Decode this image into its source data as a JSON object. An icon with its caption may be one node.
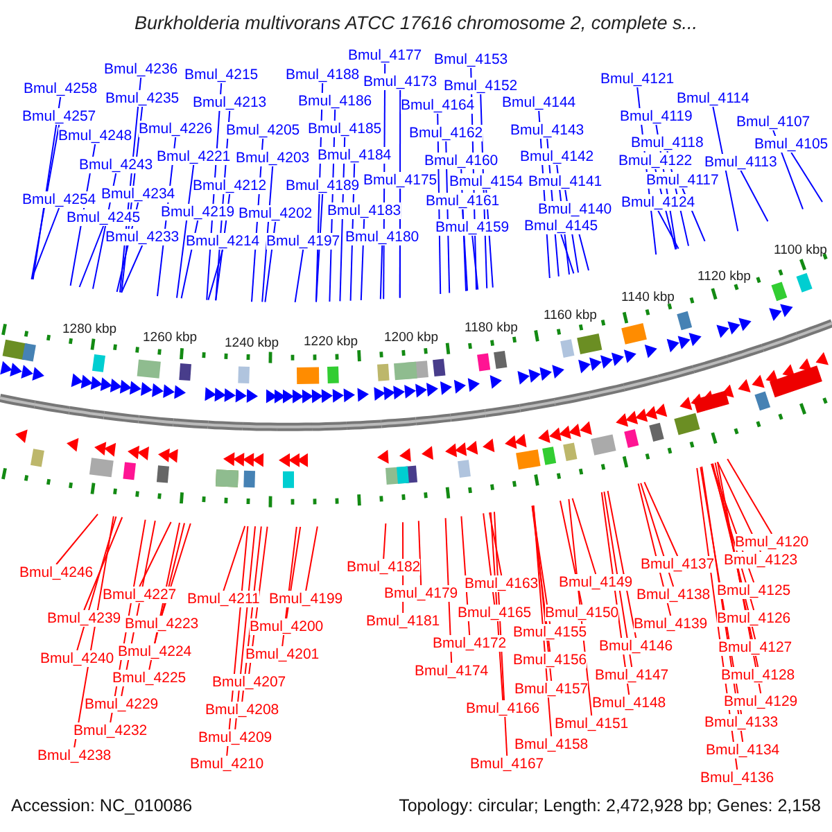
{
  "diagram": {
    "title": "Burkholderia multivorans ATCC 17616 chromosome 2, complete s...",
    "nodes": [
      {
        "text": [
          "Bmul_4258"
        ]
      },
      {
        "text": [
          "Bmul_4257"
        ]
      },
      {
        "text": [
          "Bmul_4248"
        ]
      },
      {
        "text": [
          "Bmul_4243"
        ]
      },
      {
        "text": [
          "Bmul_4254"
        ]
      },
      {
        "text": [
          "Bmul_4245"
        ]
      },
      {
        "text": [
          "Bmul_4236"
        ]
      },
      {
        "text": [
          "Bmul_4235"
        ]
      },
      {
        "text": [
          "Bmul_4226"
        ]
      },
      {
        "text": [
          "Bmul_4234"
        ]
      },
      {
        "text": [
          "Bmul_4233"
        ]
      },
      {
        "text": [
          "Bmul_4221"
        ]
      },
      {
        "text": [
          "Bmul_4219"
        ]
      },
      {
        "text": [
          "Bmul_4215"
        ]
      },
      {
        "text": [
          "Bmul_4213"
        ]
      },
      {
        "text": [
          "Bmul_4212"
        ]
      },
      {
        "text": [
          "Bmul_4214"
        ]
      },
      {
        "text": [
          "Bmul_4205"
        ]
      },
      {
        "text": [
          "Bmul_4203"
        ]
      },
      {
        "text": [
          "Bmul_4202"
        ]
      },
      {
        "text": [
          "Bmul_4197"
        ]
      },
      {
        "text": [
          "Bmul_4188"
        ]
      },
      {
        "text": [
          "Bmul_4186"
        ]
      },
      {
        "text": [
          "Bmul_4185"
        ]
      },
      {
        "text": [
          "Bmul_4184"
        ]
      },
      {
        "text": [
          "Bmul_4189"
        ]
      },
      {
        "text": [
          "Bmul_4183"
        ]
      },
      {
        "text": [
          "Bmul_4180"
        ]
      },
      {
        "text": [
          "Bmul_4177"
        ]
      },
      {
        "text": [
          "Bmul_4173"
        ]
      },
      {
        "text": [
          "Bmul_4164"
        ]
      },
      {
        "text": [
          "Bmul_4153"
        ]
      },
      {
        "text": [
          "Bmul_4152"
        ]
      },
      {
        "text": [
          "Bmul_4162"
        ]
      },
      {
        "text": [
          "Bmul_4175"
        ]
      },
      {
        "text": [
          "Bmul_4160"
        ]
      },
      {
        "text": [
          "Bmul_4154"
        ]
      },
      {
        "text": [
          "Bmul_4161"
        ]
      },
      {
        "text": [
          "Bmul_4159"
        ]
      },
      {
        "text": [
          "Bmul_4144"
        ]
      },
      {
        "text": [
          "Bmul_4143"
        ]
      },
      {
        "text": [
          "Bmul_4142"
        ]
      },
      {
        "text": [
          "Bmul_4141"
        ]
      },
      {
        "text": [
          "Bmul_4140"
        ]
      },
      {
        "text": [
          "Bmul_4145"
        ]
      },
      {
        "text": [
          "Bmul_4121"
        ]
      },
      {
        "text": [
          "Bmul_4119"
        ]
      },
      {
        "text": [
          "Bmul_4118"
        ]
      },
      {
        "text": [
          "Bmul_4122"
        ]
      },
      {
        "text": [
          "Bmul_4117"
        ]
      },
      {
        "text": [
          "Bmul_4124"
        ]
      },
      {
        "text": [
          "Bmul_4114"
        ]
      },
      {
        "text": [
          "Bmul_4113"
        ]
      },
      {
        "text": [
          "Bmul_4107"
        ]
      },
      {
        "text": [
          "Bmul_4105"
        ]
      },
      {
        "text": [
          "Bmul_4246"
        ]
      },
      {
        "text": [
          "Bmul_4227"
        ]
      },
      {
        "text": [
          "Bmul_4239"
        ]
      },
      {
        "text": [
          "Bmul_4223"
        ]
      },
      {
        "text": [
          "Bmul_4240"
        ]
      },
      {
        "text": [
          "Bmul_4224"
        ]
      },
      {
        "text": [
          "Bmul_4225"
        ]
      },
      {
        "text": [
          "Bmul_4229"
        ]
      },
      {
        "text": [
          "Bmul_4232"
        ]
      },
      {
        "text": [
          "Bmul_4238"
        ]
      },
      {
        "text": [
          "Bmul_4211"
        ]
      },
      {
        "text": [
          "Bmul_4199"
        ]
      },
      {
        "text": [
          "Bmul_4200"
        ]
      },
      {
        "text": [
          "Bmul_4201"
        ]
      },
      {
        "text": [
          "Bmul_4207"
        ]
      },
      {
        "text": [
          "Bmul_4208"
        ]
      },
      {
        "text": [
          "Bmul_4209"
        ]
      },
      {
        "text": [
          "Bmul_4210"
        ]
      },
      {
        "text": [
          "Bmul_4182"
        ]
      },
      {
        "text": [
          "Bmul_4179"
        ]
      },
      {
        "text": [
          "Bmul_4181"
        ]
      },
      {
        "text": [
          "Bmul_4172"
        ]
      },
      {
        "text": [
          "Bmul_4174"
        ]
      },
      {
        "text": [
          "Bmul_4163"
        ]
      },
      {
        "text": [
          "Bmul_4165"
        ]
      },
      {
        "text": [
          "Bmul_4155"
        ]
      },
      {
        "text": [
          "Bmul_4156"
        ]
      },
      {
        "text": [
          "Bmul_4157"
        ]
      },
      {
        "text": [
          "Bmul_4166"
        ]
      },
      {
        "text": [
          "Bmul_4158"
        ]
      },
      {
        "text": [
          "Bmul_4167"
        ]
      },
      {
        "text": [
          "Bmul_4151"
        ]
      },
      {
        "text": [
          "Bmul_4149"
        ]
      },
      {
        "text": [
          "Bmul_4150"
        ]
      },
      {
        "text": [
          "Bmul_4146"
        ]
      },
      {
        "text": [
          "Bmul_4147"
        ]
      },
      {
        "text": [
          "Bmul_4148"
        ]
      },
      {
        "text": [
          "Bmul_4137"
        ]
      },
      {
        "text": [
          "Bmul_4138"
        ]
      },
      {
        "text": [
          "Bmul_4139"
        ]
      },
      {
        "text": [
          "Bmul_4120"
        ]
      },
      {
        "text": [
          "Bmul_4123"
        ]
      },
      {
        "text": [
          "Bmul_4125"
        ]
      },
      {
        "text": [
          "Bmul_4126"
        ]
      },
      {
        "text": [
          "Bmul_4127"
        ]
      },
      {
        "text": [
          "Bmul_4128"
        ]
      },
      {
        "text": [
          "Bmul_4129"
        ]
      },
      {
        "text": [
          "Bmul_4133"
        ]
      },
      {
        "text": [
          "Bmul_4134"
        ]
      },
      {
        "text": [
          "Bmul_4136"
        ]
      }
    ],
    "edges": [
      {
        "from": 0,
        "to": null,
        "arrow": "none"
      },
      {
        "from": 1,
        "to": null,
        "arrow": "none"
      },
      {
        "from": 2,
        "to": null,
        "arrow": "none"
      },
      {
        "from": 3,
        "to": null,
        "arrow": "none"
      },
      {
        "from": 4,
        "to": null,
        "arrow": "none"
      },
      {
        "from": 5,
        "to": null,
        "arrow": "none"
      },
      {
        "from": 6,
        "to": null,
        "arrow": "none"
      },
      {
        "from": 7,
        "to": null,
        "arrow": "none"
      },
      {
        "from": 8,
        "to": null,
        "arrow": "none"
      },
      {
        "from": 9,
        "to": null,
        "arrow": "none"
      },
      {
        "from": 10,
        "to": null,
        "arrow": "none"
      },
      {
        "from": 11,
        "to": null,
        "arrow": "none"
      },
      {
        "from": 12,
        "to": null,
        "arrow": "none"
      },
      {
        "from": 13,
        "to": null,
        "arrow": "none"
      },
      {
        "from": 14,
        "to": null,
        "arrow": "none"
      },
      {
        "from": 15,
        "to": null,
        "arrow": "none"
      },
      {
        "from": 16,
        "to": null,
        "arrow": "none"
      },
      {
        "from": 17,
        "to": null,
        "arrow": "none"
      },
      {
        "from": 18,
        "to": null,
        "arrow": "none"
      },
      {
        "from": 19,
        "to": null,
        "arrow": "none"
      },
      {
        "from": 20,
        "to": null,
        "arrow": "none"
      },
      {
        "from": 21,
        "to": null,
        "arrow": "none"
      },
      {
        "from": 22,
        "to": null,
        "arrow": "none"
      },
      {
        "from": 23,
        "to": null,
        "arrow": "none"
      },
      {
        "from": 24,
        "to": null,
        "arrow": "none"
      },
      {
        "from": 25,
        "to": null,
        "arrow": "none"
      },
      {
        "from": 26,
        "to": null,
        "arrow": "none"
      },
      {
        "from": 27,
        "to": null,
        "arrow": "none"
      },
      {
        "from": 28,
        "to": null,
        "arrow": "none"
      },
      {
        "from": 29,
        "to": null,
        "arrow": "none"
      },
      {
        "from": 30,
        "to": null,
        "arrow": "none"
      },
      {
        "from": 31,
        "to": null,
        "arrow": "none"
      },
      {
        "from": 32,
        "to": null,
        "arrow": "none"
      },
      {
        "from": 33,
        "to": null,
        "arrow": "none"
      },
      {
        "from": 34,
        "to": null,
        "arrow": "none"
      },
      {
        "from": 35,
        "to": null,
        "arrow": "none"
      },
      {
        "from": 36,
        "to": null,
        "arrow": "none"
      },
      {
        "from": 37,
        "to": null,
        "arrow": "none"
      },
      {
        "from": 38,
        "to": null,
        "arrow": "none"
      },
      {
        "from": 39,
        "to": null,
        "arrow": "none"
      },
      {
        "from": 40,
        "to": null,
        "arrow": "none"
      },
      {
        "from": 41,
        "to": null,
        "arrow": "none"
      },
      {
        "from": 42,
        "to": null,
        "arrow": "none"
      },
      {
        "from": 43,
        "to": null,
        "arrow": "none"
      },
      {
        "from": 44,
        "to": null,
        "arrow": "none"
      },
      {
        "from": 45,
        "to": null,
        "arrow": "none"
      },
      {
        "from": 46,
        "to": null,
        "arrow": "none"
      },
      {
        "from": 47,
        "to": null,
        "arrow": "none"
      },
      {
        "from": 48,
        "to": null,
        "arrow": "none"
      },
      {
        "from": 49,
        "to": null,
        "arrow": "none"
      },
      {
        "from": 50,
        "to": null,
        "arrow": "none"
      },
      {
        "from": 51,
        "to": null,
        "arrow": "none"
      },
      {
        "from": 52,
        "to": null,
        "arrow": "none"
      },
      {
        "from": 53,
        "to": null,
        "arrow": "none"
      },
      {
        "from": 54,
        "to": null,
        "arrow": "none"
      },
      {
        "from": 55,
        "to": null,
        "arrow": "none",
        "color": "#ff0000"
      },
      {
        "from": 56,
        "to": null,
        "arrow": "none",
        "color": "#ff0000"
      },
      {
        "from": 57,
        "to": null,
        "arrow": "none",
        "color": "#ff0000"
      },
      {
        "from": 58,
        "to": null,
        "arrow": "none",
        "color": "#ff0000"
      },
      {
        "from": 59,
        "to": null,
        "arrow": "none",
        "color": "#ff0000"
      },
      {
        "from": 60,
        "to": null,
        "arrow": "none",
        "color": "#ff0000"
      },
      {
        "from": 61,
        "to": null,
        "arrow": "none",
        "color": "#ff0000"
      },
      {
        "from": 62,
        "to": null,
        "arrow": "none",
        "color": "#ff0000"
      },
      {
        "from": 63,
        "to": null,
        "arrow": "none",
        "color": "#ff0000"
      },
      {
        "from": 64,
        "to": null,
        "arrow": "none",
        "color": "#ff0000"
      },
      {
        "from": 65,
        "to": null,
        "arrow": "none",
        "color": "#ff0000"
      },
      {
        "from": 66,
        "to": null,
        "arrow": "none",
        "color": "#ff0000"
      },
      {
        "from": 67,
        "to": null,
        "arrow": "none",
        "color": "#ff0000"
      },
      {
        "from": 68,
        "to": null,
        "arrow": "none",
        "color": "#ff0000"
      },
      {
        "from": 69,
        "to": null,
        "arrow": "none",
        "color": "#ff0000"
      },
      {
        "from": 70,
        "to": null,
        "arrow": "none",
        "color": "#ff0000"
      },
      {
        "from": 71,
        "to": null,
        "arrow": "none",
        "color": "#ff0000"
      },
      {
        "from": 72,
        "to": null,
        "arrow": "none",
        "color": "#ff0000"
      },
      {
        "from": 73,
        "to": null,
        "arrow": "none",
        "color": "#ff0000"
      },
      {
        "from": 74,
        "to": null,
        "arrow": "none",
        "color": "#ff0000"
      },
      {
        "from": 75,
        "to": null,
        "arrow": "none",
        "color": "#ff0000"
      },
      {
        "from": 76,
        "to": null,
        "arrow": "none",
        "color": "#ff0000"
      },
      {
        "from": 77,
        "to": null,
        "arrow": "none",
        "color": "#ff0000"
      },
      {
        "from": 78,
        "to": null,
        "arrow": "none",
        "color": "#ff0000"
      },
      {
        "from": 79,
        "to": null,
        "arrow": "none",
        "color": "#ff0000"
      },
      {
        "from": 80,
        "to": null,
        "arrow": "none",
        "color": "#ff0000"
      },
      {
        "from": 81,
        "to": null,
        "arrow": "none",
        "color": "#ff0000"
      },
      {
        "from": 82,
        "to": null,
        "arrow": "none",
        "color": "#ff0000"
      },
      {
        "from": 83,
        "to": null,
        "arrow": "none",
        "color": "#ff0000"
      },
      {
        "from": 84,
        "to": null,
        "arrow": "none",
        "color": "#ff0000"
      },
      {
        "from": 85,
        "to": null,
        "arrow": "none",
        "color": "#ff0000"
      },
      {
        "from": 86,
        "to": null,
        "arrow": "none",
        "color": "#ff0000"
      },
      {
        "from": 87,
        "to": null,
        "arrow": "none",
        "color": "#ff0000"
      },
      {
        "from": 88,
        "to": null,
        "arrow": "none",
        "color": "#ff0000"
      },
      {
        "from": 89,
        "to": null,
        "arrow": "none",
        "color": "#ff0000"
      },
      {
        "from": 90,
        "to": null,
        "arrow": "none",
        "color": "#ff0000"
      },
      {
        "from": 91,
        "to": null,
        "arrow": "none",
        "color": "#ff0000"
      },
      {
        "from": 92,
        "to": null,
        "arrow": "none",
        "color": "#ff0000"
      },
      {
        "from": 93,
        "to": null,
        "arrow": "none",
        "color": "#ff0000"
      },
      {
        "from": 94,
        "to": null,
        "arrow": "none",
        "color": "#ff0000"
      },
      {
        "from": 95,
        "to": null,
        "arrow": "none",
        "color": "#ff0000"
      },
      {
        "from": 96,
        "to": null,
        "arrow": "none",
        "color": "#ff0000"
      },
      {
        "from": 97,
        "to": null,
        "arrow": "none",
        "color": "#ff0000"
      },
      {
        "from": 98,
        "to": null,
        "arrow": "none",
        "color": "#ff0000"
      },
      {
        "from": 99,
        "to": null,
        "arrow": "none",
        "color": "#ff0000"
      },
      {
        "from": 100,
        "to": null,
        "arrow": "none",
        "color": "#ff0000"
      },
      {
        "from": 101,
        "to": null,
        "arrow": "none",
        "color": "#ff0000"
      },
      {
        "from": 102,
        "to": null,
        "arrow": "none",
        "color": "#ff0000"
      },
      {
        "from": 103,
        "to": null,
        "arrow": "none",
        "color": "#ff0000"
      },
      {
        "from": 104,
        "to": null,
        "arrow": "none",
        "color": "#ff0000"
      }
    ],
    "labels": [
      "1280 kbp",
      "1260 kbp",
      "1240 kbp",
      "1220 kbp",
      "1200 kbp",
      "1180 kbp",
      "1160 kbp",
      "1140 kbp",
      "1120 kbp",
      "1100 kbp",
      "Accession: NC_010086",
      "Topology: circular; Length: 2,472,928 bp; Genes: 2,158"
    ]
  }
}
